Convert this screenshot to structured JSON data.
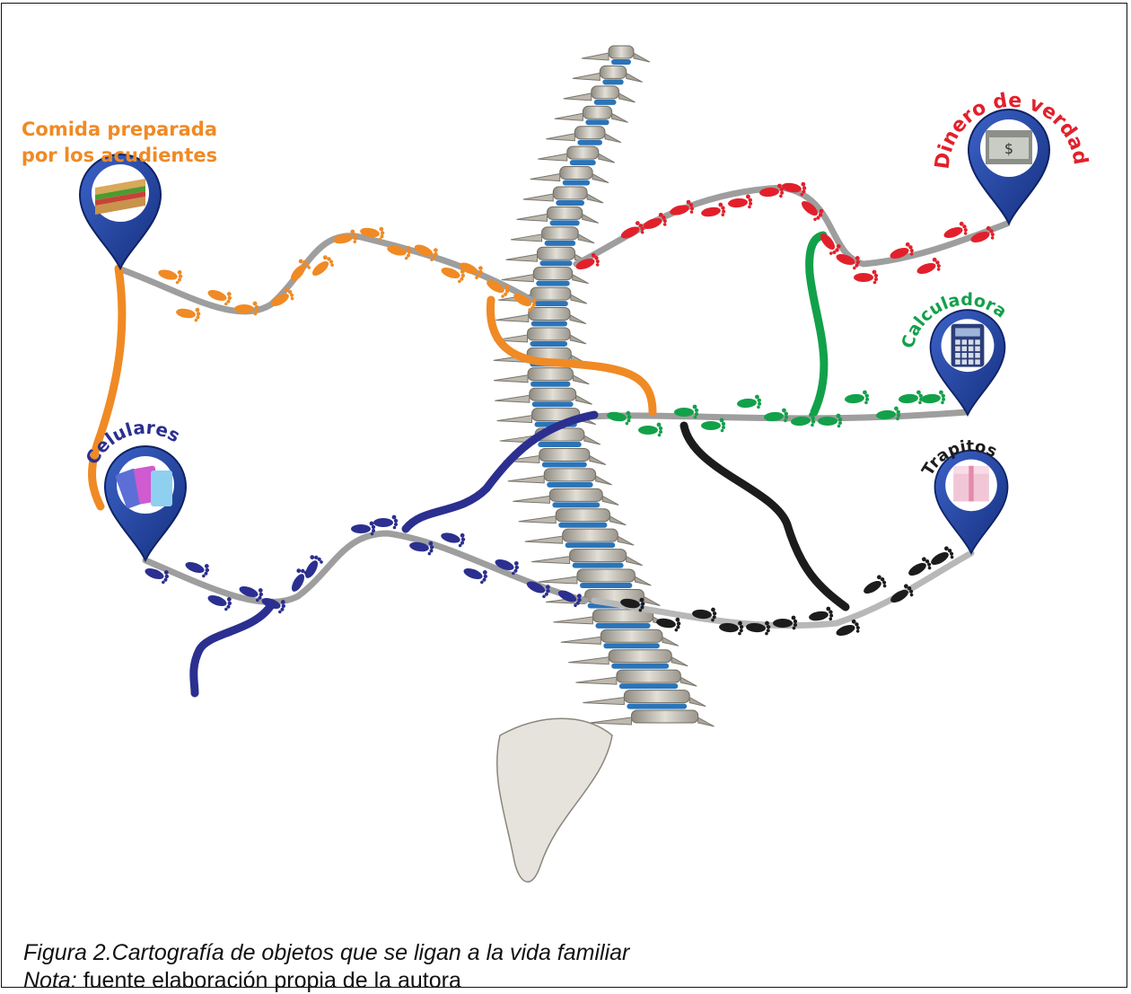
{
  "figure": {
    "labels": {
      "comida_line1": "Comida preparada",
      "comida_line2": "por los acudientes",
      "dinero": "Dinero de verdad",
      "calculadora": "Calculadora",
      "celulares": "Celulares",
      "trapitos": "Trapitos",
      "dinero_sign": "$"
    },
    "colors": {
      "orange": "#f08a24",
      "red": "#e2202b",
      "green": "#12a14a",
      "blue": "#2b2f8f",
      "black": "#1c1c1c",
      "pin": "#1f3f9c",
      "vertebra": "#c9c6bd",
      "disc": "#2b74b8"
    },
    "icons": [
      "sandwich-icon",
      "money-icon",
      "calculator-icon",
      "phones-icon",
      "gift-box-icon",
      "spine-icon",
      "footprints-icon",
      "map-pin-icon"
    ]
  },
  "caption": {
    "line1": "Figura 2.Cartografía de objetos que se ligan a la vida familiar",
    "nota_label": "Nota:",
    "nota_text": " fuente elaboración propia de la autora"
  }
}
